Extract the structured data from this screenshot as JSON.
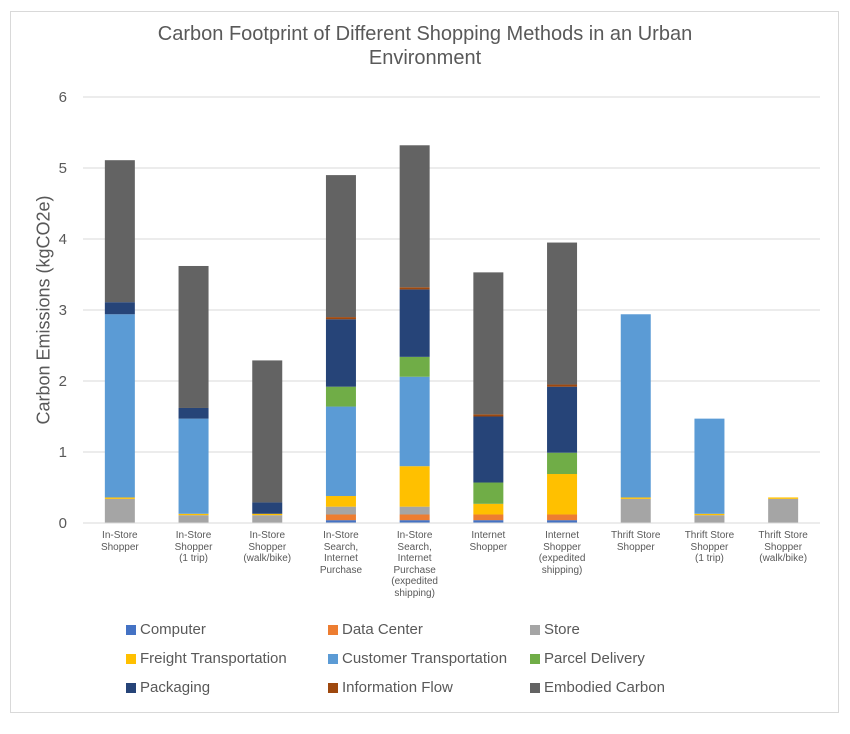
{
  "chart_data": {
    "type": "bar",
    "stacked": true,
    "title": "Carbon Footprint of Different Shopping Methods in an Urban\nEnvironment",
    "xlabel": "",
    "ylabel": "Carbon Emissions (kgCO2e)",
    "ylim": [
      0,
      6
    ],
    "yticks": [
      0,
      1,
      2,
      3,
      4,
      5,
      6
    ],
    "grid": true,
    "legend_position": "bottom",
    "categories": [
      "In-Store\nShopper",
      "In-Store\nShopper\n(1 trip)",
      "In-Store\nShopper\n(walk/bike)",
      "In-Store\nSearch,\nInternet\nPurchase",
      "In-Store\nSearch,\nInternet\nPurchase\n(expedited\nshipping)",
      "Internet\nShopper",
      "Internet\nShopper\n(expedited\nshipping)",
      "Thrift Store\nShopper",
      "Thrift Store\nShopper\n(1 trip)",
      "Thrift Store\nShopper\n(walk/bike)"
    ],
    "series": [
      {
        "name": "Computer",
        "color": "#4472c4",
        "values": [
          0,
          0,
          0,
          0.04,
          0.04,
          0.04,
          0.04,
          0,
          0,
          0
        ]
      },
      {
        "name": "Data Center",
        "color": "#ed7d31",
        "values": [
          0,
          0,
          0,
          0.08,
          0.08,
          0.08,
          0.08,
          0,
          0,
          0
        ]
      },
      {
        "name": "Store",
        "color": "#a5a5a5",
        "values": [
          0.34,
          0.11,
          0.11,
          0.11,
          0.11,
          0,
          0,
          0.34,
          0.11,
          0.34
        ]
      },
      {
        "name": "Freight Transportation",
        "color": "#ffc000",
        "values": [
          0.02,
          0.02,
          0.02,
          0.15,
          0.57,
          0.15,
          0.57,
          0.02,
          0.02,
          0.02
        ]
      },
      {
        "name": "Customer Transportation",
        "color": "#5b9bd5",
        "values": [
          2.58,
          1.34,
          0,
          1.26,
          1.26,
          0,
          0,
          2.58,
          1.34,
          0
        ]
      },
      {
        "name": "Parcel Delivery",
        "color": "#70ad47",
        "values": [
          0,
          0,
          0,
          0.28,
          0.28,
          0.3,
          0.3,
          0,
          0,
          0
        ]
      },
      {
        "name": "Packaging",
        "color": "#264478",
        "values": [
          0.17,
          0.15,
          0.16,
          0.95,
          0.95,
          0.93,
          0.93,
          0,
          0,
          0
        ]
      },
      {
        "name": "Information Flow",
        "color": "#9e480e",
        "values": [
          0,
          0,
          0,
          0.03,
          0.03,
          0.03,
          0.03,
          0,
          0,
          0
        ]
      },
      {
        "name": "Embodied Carbon",
        "color": "#636363",
        "values": [
          2.0,
          2.0,
          2.0,
          2.0,
          2.0,
          2.0,
          2.0,
          0,
          0,
          0
        ]
      }
    ]
  }
}
